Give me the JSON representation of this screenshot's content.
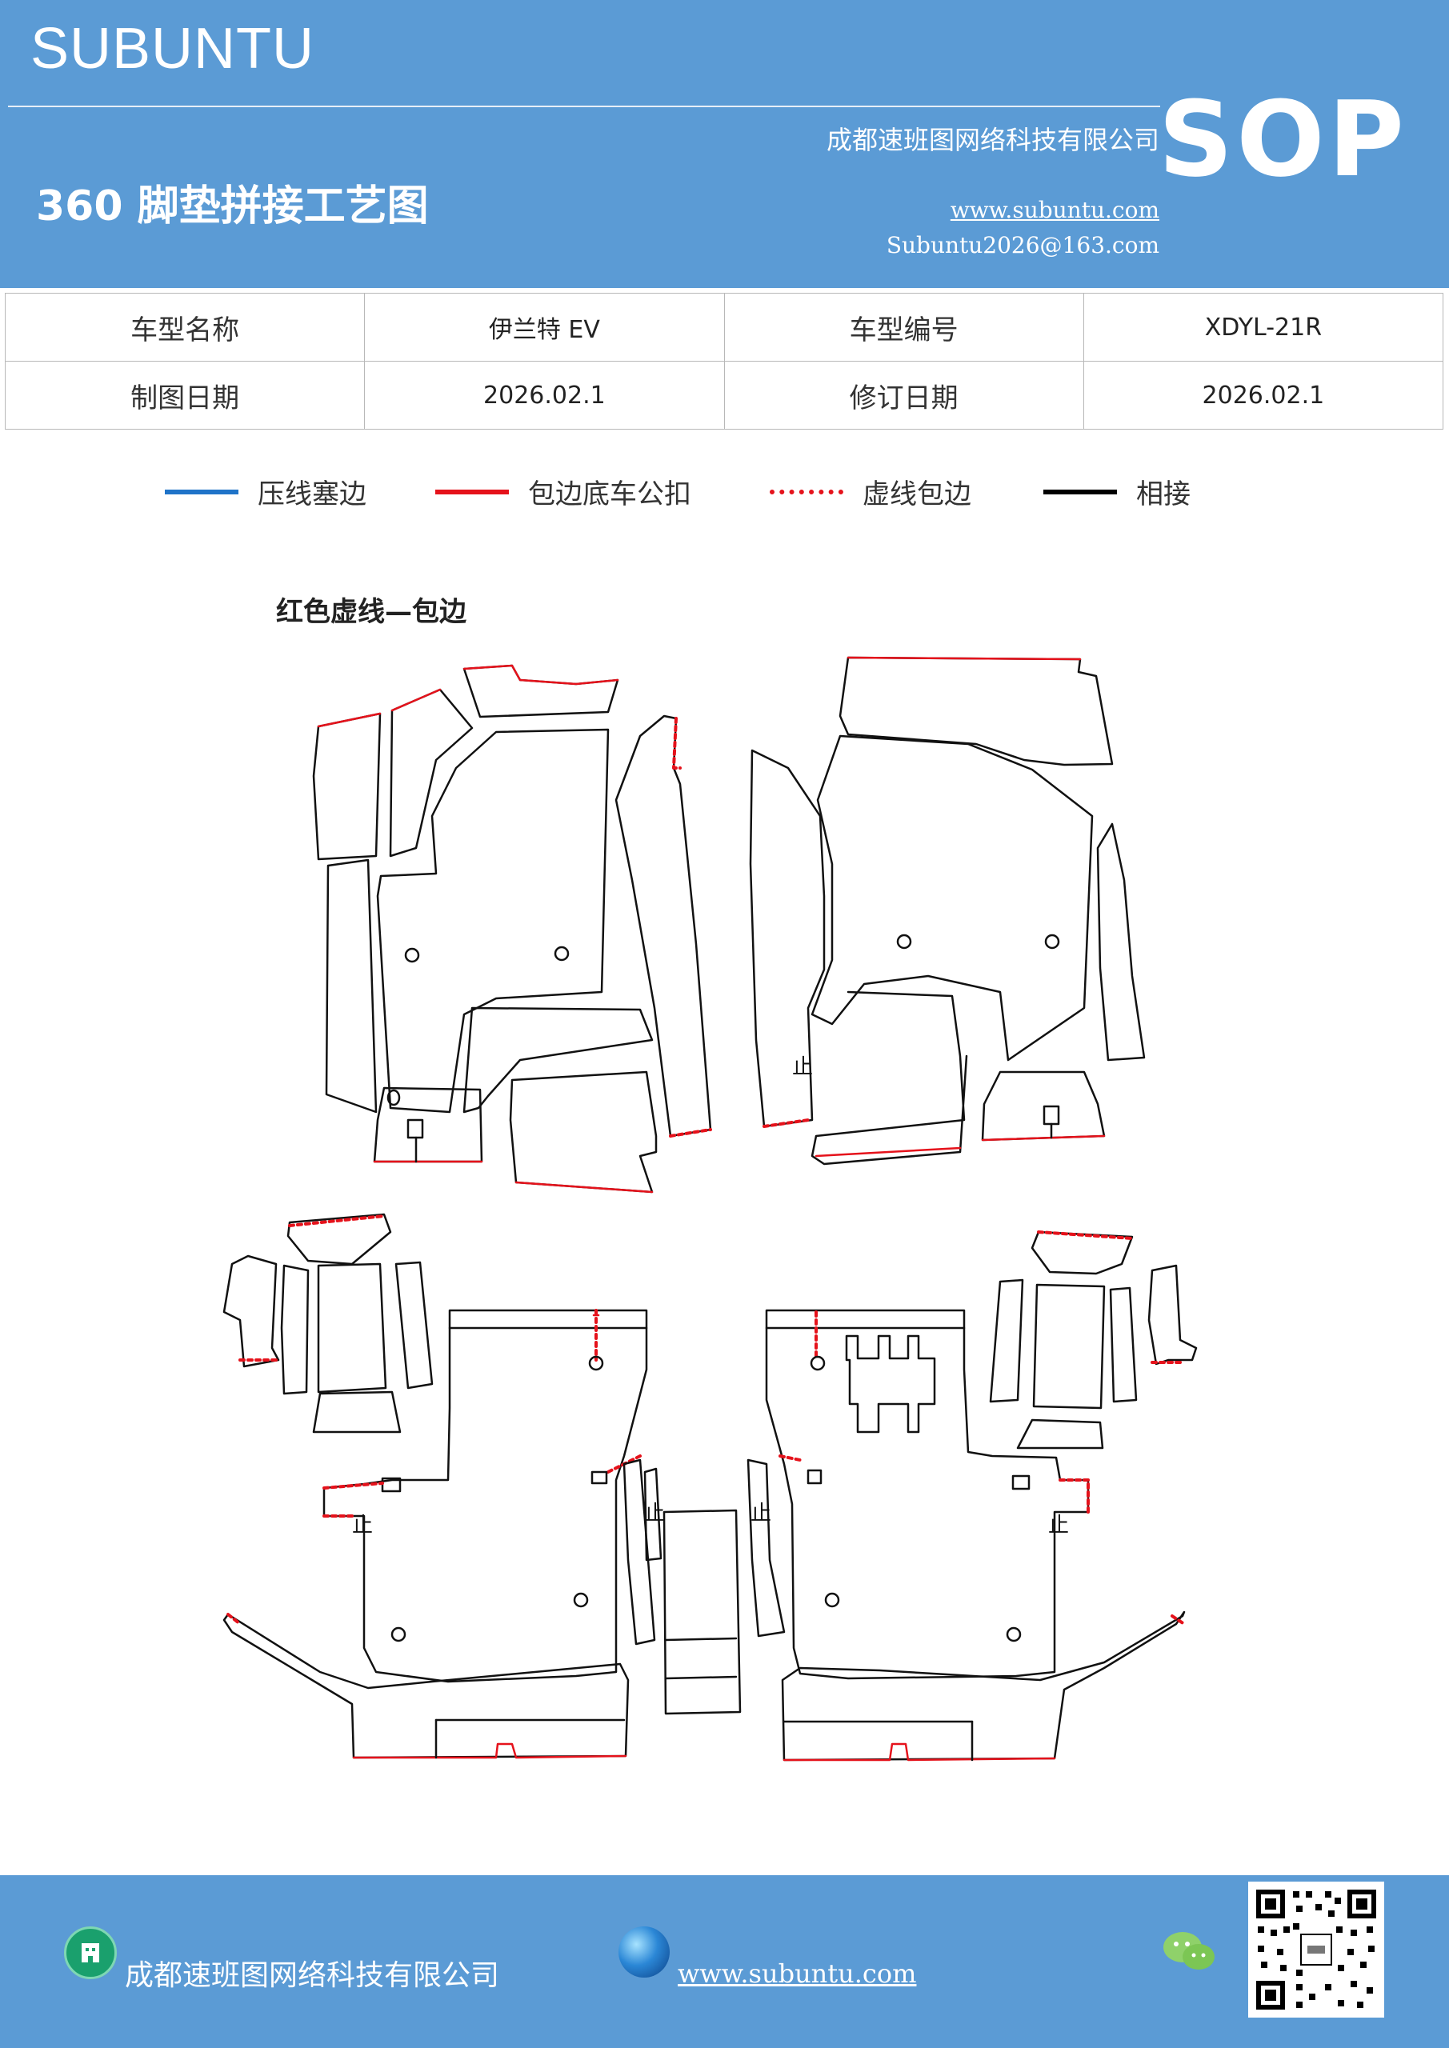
{
  "header": {
    "brand": "SUBUNTU",
    "company": "成都速班图网络科技有限公司",
    "title": "360 脚垫拼接工艺图",
    "sop": "SOP",
    "website": "www.subuntu.com",
    "email": "Subuntu2026@163.com"
  },
  "info": {
    "row1": {
      "label1": "车型名称",
      "value1": "伊兰特 EV",
      "label2": "车型编号",
      "value2": "XDYL-21R"
    },
    "row2": {
      "label1": "制图日期",
      "value1": "2026.02.1",
      "label2": "修订日期",
      "value2": "2026.02.1"
    }
  },
  "legend": [
    {
      "label": "压线塞边",
      "color": "#1f73c8",
      "style": "solid"
    },
    {
      "label": "包边底车公扣",
      "color": "#e5121b",
      "style": "solid"
    },
    {
      "label": "虚线包边",
      "color": "#e5121b",
      "style": "dotted"
    },
    {
      "label": "相接",
      "color": "#000000",
      "style": "solid"
    }
  ],
  "drawing": {
    "caption": "红色虚线—包边",
    "stop_mark": "止"
  },
  "footer": {
    "company": "成都速班图网络科技有限公司",
    "website": "www.subuntu.com"
  },
  "icons": {
    "company": "building-icon",
    "website": "globe-icon",
    "social": "wechat-icon",
    "qr": "qr-code-icon"
  }
}
